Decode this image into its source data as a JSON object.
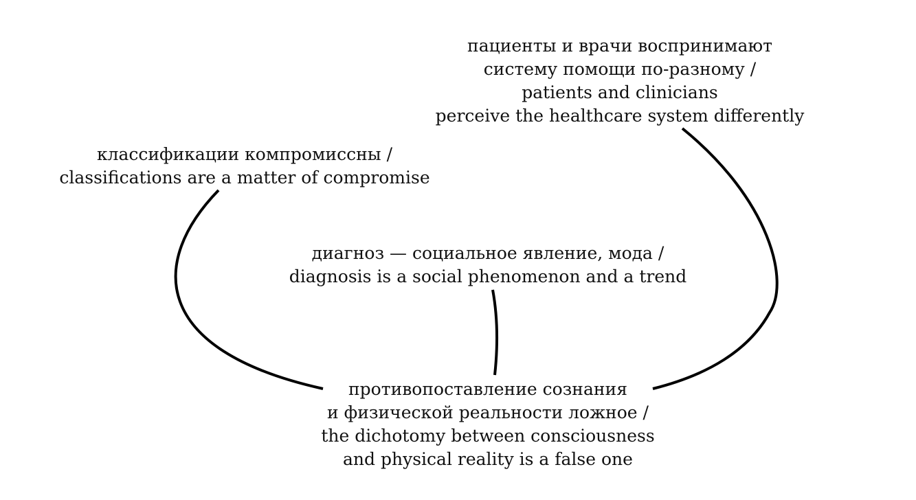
{
  "diagram": {
    "nodes": {
      "patients": {
        "lines": [
          "пациенты и врачи воспринимают",
          "систему помощи по-разному /",
          "patients and clinicians",
          "perceive the healthcare system differently"
        ]
      },
      "classifications": {
        "lines": [
          "классификации компромиссны /",
          "classifications are a matter of compromise"
        ]
      },
      "diagnosis": {
        "lines": [
          "диагноз — социальное явление, мода /",
          "diagnosis is a social phenomenon and a trend"
        ]
      },
      "dichotomy": {
        "lines": [
          "противопоставление сознания",
          "и физической реальности ложное /",
          "the dichotomy between consciousness",
          "and physical reality is a false one"
        ]
      }
    },
    "edges": [
      {
        "from": "classifications",
        "to": "dichotomy"
      },
      {
        "from": "diagnosis",
        "to": "dichotomy"
      },
      {
        "from": "patients",
        "to": "dichotomy"
      }
    ],
    "colors": {
      "line": "#000000",
      "text": "#111111",
      "background": "#ffffff"
    }
  }
}
